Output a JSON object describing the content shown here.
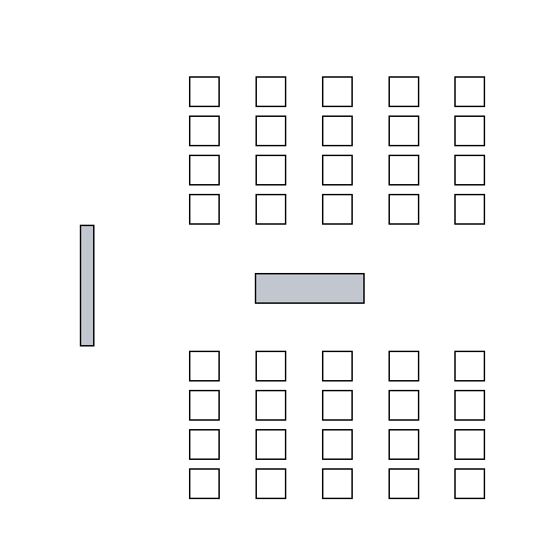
{
  "colors": {
    "background": "#ffffff",
    "outline": "#000000",
    "seat_fill": "#ffffff",
    "furniture_fill": "#c2c6cf"
  },
  "seating": {
    "groups": [
      {
        "name": "front-block",
        "rows": 4,
        "columns": 5
      },
      {
        "name": "back-block",
        "rows": 4,
        "columns": 5
      }
    ]
  },
  "furniture": {
    "items": [
      "board",
      "table"
    ]
  }
}
